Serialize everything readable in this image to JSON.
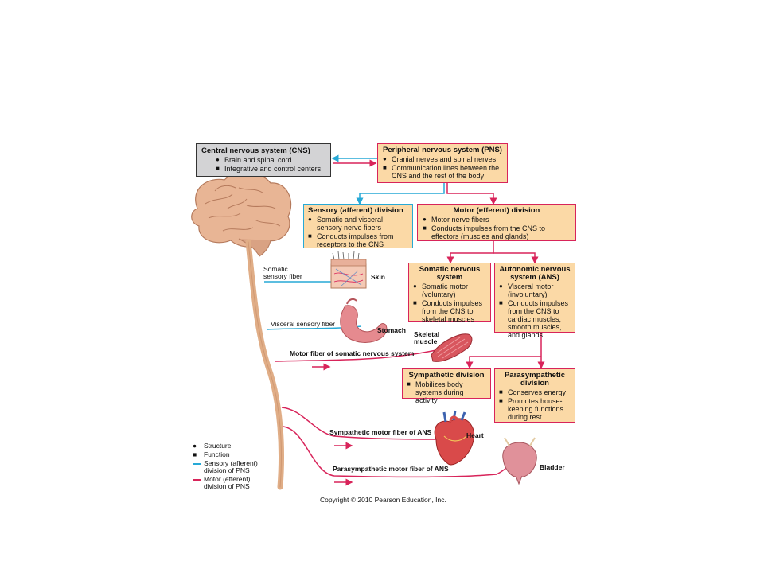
{
  "cns": {
    "title": "Central nervous system (CNS)",
    "items": [
      {
        "mark": "●",
        "text": "Brain and spinal cord"
      },
      {
        "mark": "■",
        "text": "Integrative and control centers"
      }
    ]
  },
  "pns": {
    "title": "Peripheral nervous system (PNS)",
    "items": [
      {
        "mark": "●",
        "text": "Cranial nerves and spinal nerves"
      },
      {
        "mark": "■",
        "text": "Communication lines between the CNS and the rest of the body"
      }
    ]
  },
  "sensory": {
    "title": "Sensory (afferent) division",
    "items": [
      {
        "mark": "●",
        "text": "Somatic and visceral sensory nerve fibers"
      },
      {
        "mark": "■",
        "text": "Conducts impulses from receptors to the CNS"
      }
    ]
  },
  "motor": {
    "title": "Motor (efferent) division",
    "items": [
      {
        "mark": "●",
        "text": "Motor nerve fibers"
      },
      {
        "mark": "■",
        "text": "Conducts impulses from the CNS to effectors (muscles and glands)"
      }
    ]
  },
  "somatic": {
    "title": "Somatic nervous system",
    "items": [
      {
        "mark": "●",
        "text": "Somatic motor (voluntary)"
      },
      {
        "mark": "■",
        "text": "Conducts impulses from the CNS to skeletal muscles"
      }
    ]
  },
  "autonomic": {
    "title": "Autonomic nervous system (ANS)",
    "items": [
      {
        "mark": "●",
        "text": "Visceral motor (involuntary)"
      },
      {
        "mark": "■",
        "text": "Conducts impulses from the CNS to cardiac muscles, smooth muscles, and glands"
      }
    ]
  },
  "sympathetic": {
    "title": "Sympathetic division",
    "items": [
      {
        "mark": "■",
        "text": "Mobilizes body systems during activity"
      }
    ]
  },
  "parasympathetic": {
    "title": "Parasympathetic division",
    "items": [
      {
        "mark": "■",
        "text": "Conserves energy"
      },
      {
        "mark": "■",
        "text": "Promotes house-keeping functions during rest"
      }
    ]
  },
  "labels": {
    "somatic_sensory_fiber": "Somatic sensory fiber",
    "skin": "Skin",
    "visceral_sensory_fiber": "Visceral sensory fiber",
    "stomach": "Stomach",
    "skeletal_muscle": "Skeletal muscle",
    "motor_fiber_somatic": "Motor fiber of somatic nervous system",
    "sympathetic_motor_fiber": "Sympathetic motor fiber of ANS",
    "heart": "Heart",
    "parasympathetic_motor_fiber": "Parasympathetic motor fiber of ANS",
    "bladder": "Bladder"
  },
  "legend": {
    "structure": {
      "mark": "●",
      "text": "Structure"
    },
    "function": {
      "mark": "■",
      "text": "Function"
    },
    "sensory": "Sensory (afferent) division of PNS",
    "motor": "Motor (efferent) division of PNS"
  },
  "copyright": "Copyright © 2010 Pearson Education, Inc.",
  "colors": {
    "sensory_line": "#27a9d6",
    "motor_line": "#d8245a",
    "box_fill": "#fbd9a6",
    "cns_fill": "#d3d3d5"
  }
}
